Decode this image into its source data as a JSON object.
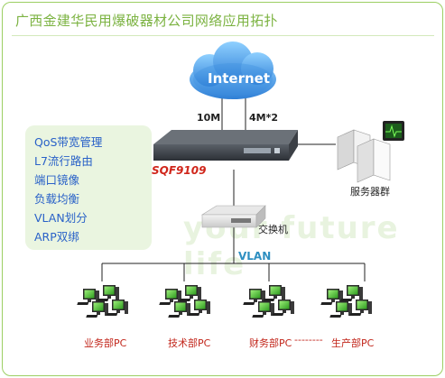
{
  "title": "广西金建华民用爆破器材公司网络应用拓扑",
  "features": [
    "QoS带宽管理",
    "L7流行路由",
    "端口镜像",
    "负载均衡",
    "VLAN划分",
    "ARP双绑"
  ],
  "nodes": {
    "internet": "Internet",
    "link_left": "10M",
    "link_right": "4M*2",
    "router": "SQF9109",
    "servers": "服务器群",
    "switch": "交换机",
    "vlan": "VLAN"
  },
  "pc_groups": [
    "业务部PC",
    "技术部PC",
    "财务部PC",
    "生产部PC"
  ],
  "ellipsis": "--------",
  "colors": {
    "accent_green": "#7cb342",
    "feature_blue": "#2a62c8",
    "router_label_red": "#d0261b",
    "vlan_blue": "#2e8fc1",
    "cloud_blue": "#3d8ee0"
  }
}
